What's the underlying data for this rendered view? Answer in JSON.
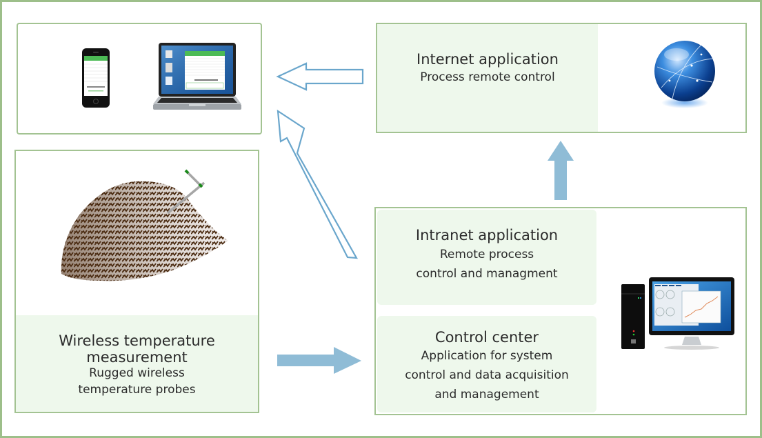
{
  "diagram": {
    "devices_box": {
      "icons": [
        "smartphone-icon",
        "laptop-icon"
      ]
    },
    "internet_app": {
      "title": "Internet application",
      "subtitle": "Process remote control",
      "icon": "globe-icon"
    },
    "field": {
      "title_line1": "Wireless temperature",
      "title_line2": "measurement",
      "subtitle_line1": "Rugged wireless",
      "subtitle_line2": "temperature probes",
      "icon": "compost-pile-with-probe-icon"
    },
    "intranet_app": {
      "title": "Intranet application",
      "subtitle_line1": "Remote process",
      "subtitle_line2": "control and managment"
    },
    "control_center": {
      "title": "Control center",
      "subtitle_line1": "Application for system",
      "subtitle_line2": "control and data acquisition",
      "subtitle_line3": "and management",
      "icon": "desktop-computer-icon"
    },
    "arrows": [
      {
        "from": "internet_app",
        "to": "devices_box",
        "style": "outline"
      },
      {
        "from": "intranet_app",
        "to": "devices_box",
        "style": "outline"
      },
      {
        "from": "control_center",
        "to": "internet_app",
        "style": "solid"
      },
      {
        "from": "field",
        "to": "control_center",
        "style": "solid"
      }
    ],
    "colors": {
      "border": "#a3c392",
      "panel": "#eef8ec",
      "arrow_fill": "#8fbcd6",
      "arrow_outline": "#6aa6cc",
      "soil": "#4a2a10"
    }
  }
}
